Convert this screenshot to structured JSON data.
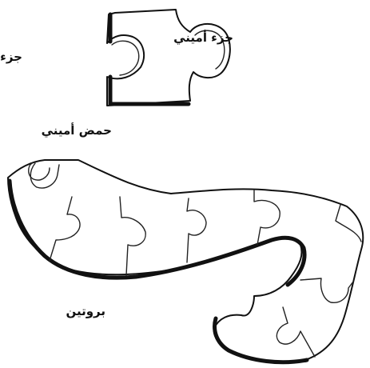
{
  "labels": {
    "amino_part": "جزء أميني",
    "acid_part": "جزء حمضي",
    "amino_acid": "حمض أميني",
    "protein": "بروتين"
  }
}
